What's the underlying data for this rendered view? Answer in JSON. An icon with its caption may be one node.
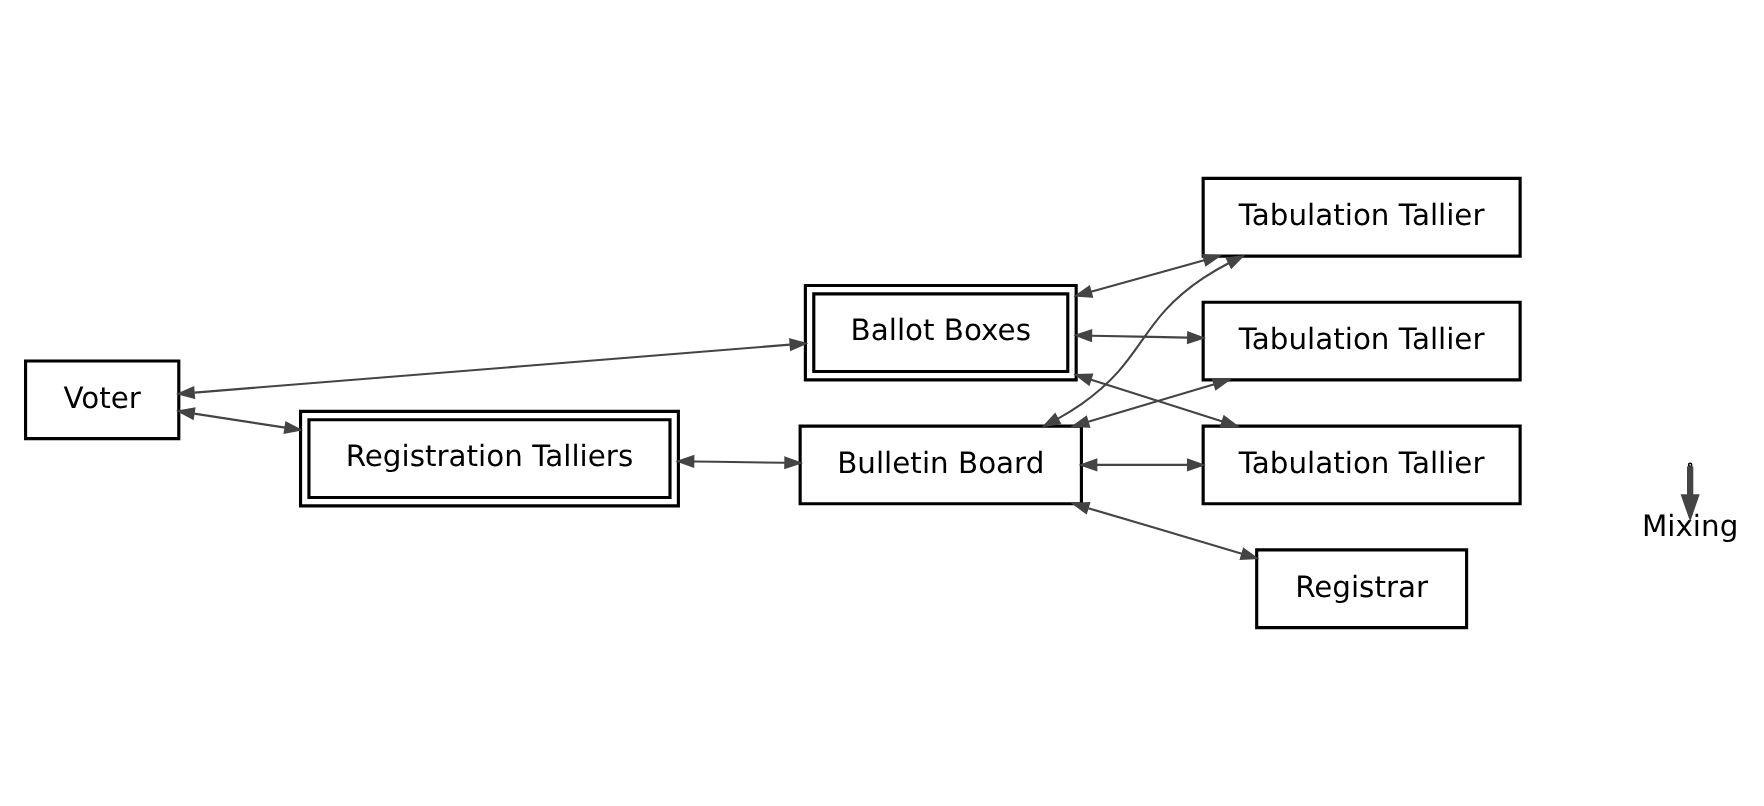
{
  "diagram": {
    "nodes": [
      {
        "text": [
          "Registration Talliers"
        ]
      },
      {
        "text": [
          "Bulletin Board"
        ]
      },
      {
        "text": [
          "Ballot Boxes"
        ]
      },
      {
        "text": [
          "Tabulation Tallier"
        ]
      },
      {
        "text": [
          "Tabulation Tallier"
        ]
      },
      {
        "text": [
          "Registrar"
        ]
      },
      {
        "text": [
          "Voter"
        ]
      },
      {
        "text": [
          "Tabulation Tallier"
        ]
      },
      {
        "text": [
          "Mixing"
        ]
      }
    ],
    "edges": [
      {
        "from": 6,
        "to": 0,
        "arrow": "both"
      },
      {
        "from": 0,
        "to": 1,
        "arrow": "both"
      },
      {
        "from": 6,
        "to": 2,
        "arrow": "both"
      },
      {
        "from": 2,
        "to": 3,
        "arrow": "both"
      },
      {
        "from": 2,
        "to": 4,
        "arrow": "both"
      },
      {
        "from": 2,
        "to": 7,
        "arrow": "both"
      },
      {
        "from": 1,
        "to": 3,
        "arrow": "both"
      },
      {
        "from": 1,
        "to": 4,
        "arrow": "both"
      },
      {
        "from": 1,
        "to": 7,
        "arrow": "both"
      },
      {
        "from": 1,
        "to": 5,
        "arrow": "both"
      },
      {
        "from": null,
        "to": 8,
        "arrow": "to",
        "style": "thick"
      }
    ]
  }
}
